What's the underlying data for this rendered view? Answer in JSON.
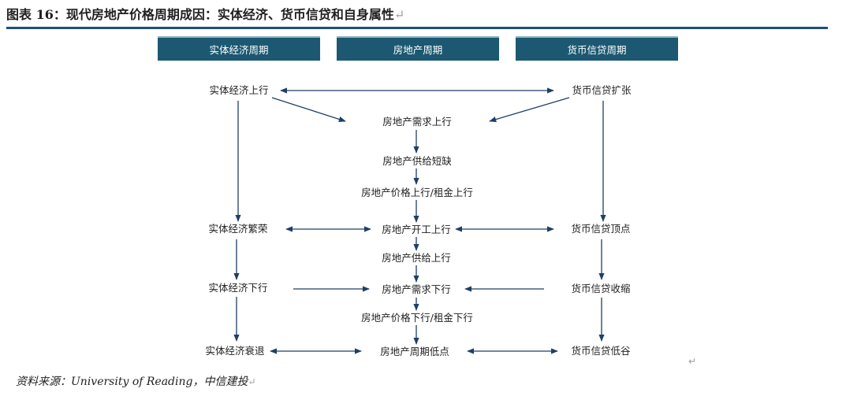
{
  "figure": {
    "title": "图表 16：现代房地产价格周期成因：实体经济、货币信贷和自身属性",
    "title_return_mark": "↵",
    "source": "资料来源：University of Reading，中信建投",
    "source_return_mark": "↵",
    "stray_return_mark": "↵"
  },
  "headers": {
    "real_economy_cycle": "实体经济周期",
    "real_estate_cycle": "房地产周期",
    "credit_cycle": "货币信贷周期"
  },
  "nodes": {
    "real_economy_up": "实体经济上行",
    "credit_expansion": "货币信贷扩张",
    "re_demand_up": "房地产需求上行",
    "re_supply_shortage": "房地产供给短缺",
    "re_price_rent_up": "房地产价格上行/租金上行",
    "real_economy_boom": "实体经济繁荣",
    "re_construction_up": "房地产开工上行",
    "credit_peak": "货币信贷顶点",
    "re_supply_up": "房地产供给上行",
    "real_economy_down": "实体经济下行",
    "re_demand_down": "房地产需求下行",
    "credit_contraction": "货币信贷收缩",
    "re_price_rent_down": "房地产价格下行/租金下行",
    "real_economy_recession": "实体经济衰退",
    "re_cycle_trough": "房地产周期低点",
    "credit_trough": "货币信贷低谷"
  },
  "colors": {
    "header_bg": "#1c5871",
    "title_rule": "#1f5075",
    "arrow": "#1f3f66"
  }
}
